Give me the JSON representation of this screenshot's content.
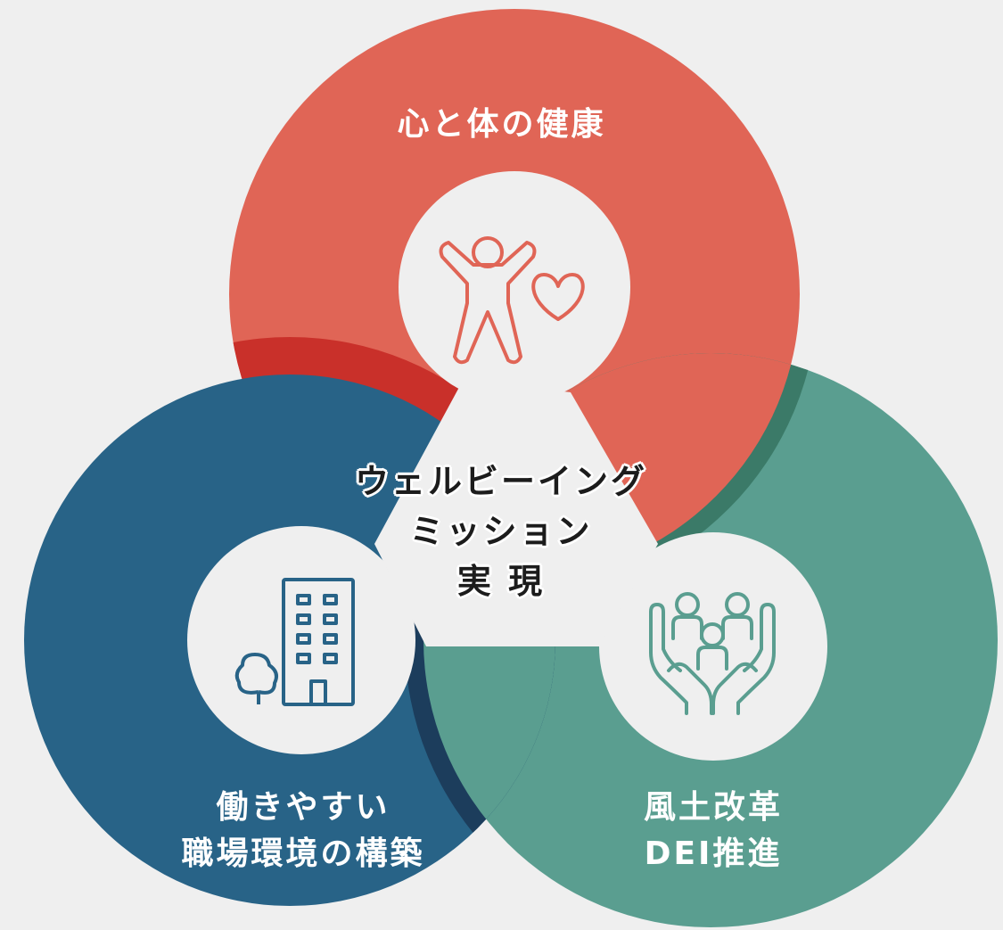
{
  "diagram": {
    "center": {
      "lines": [
        "ウェルビーイング",
        "ミッション",
        "実 現"
      ]
    },
    "circles": [
      {
        "id": "health",
        "lines": [
          "心と体の健康"
        ],
        "icon": "person-heart-icon",
        "color": "#e06556"
      },
      {
        "id": "workplace",
        "lines": [
          "働きやすい",
          "職場環境の構築"
        ],
        "icon": "building-tree-icon",
        "color": "#286387"
      },
      {
        "id": "culture",
        "lines": [
          "風土改革",
          "DEI推進"
        ],
        "icon": "people-hands-icon",
        "color": "#5a9e90"
      }
    ],
    "colors": {
      "background": "#efefef",
      "health_overlap_shadow": "#c9302a",
      "workplace_overlap_shadow": "#1c3d5c",
      "culture_overlap_shadow": "#3b7a68",
      "icon_circle": "#efefef"
    }
  }
}
